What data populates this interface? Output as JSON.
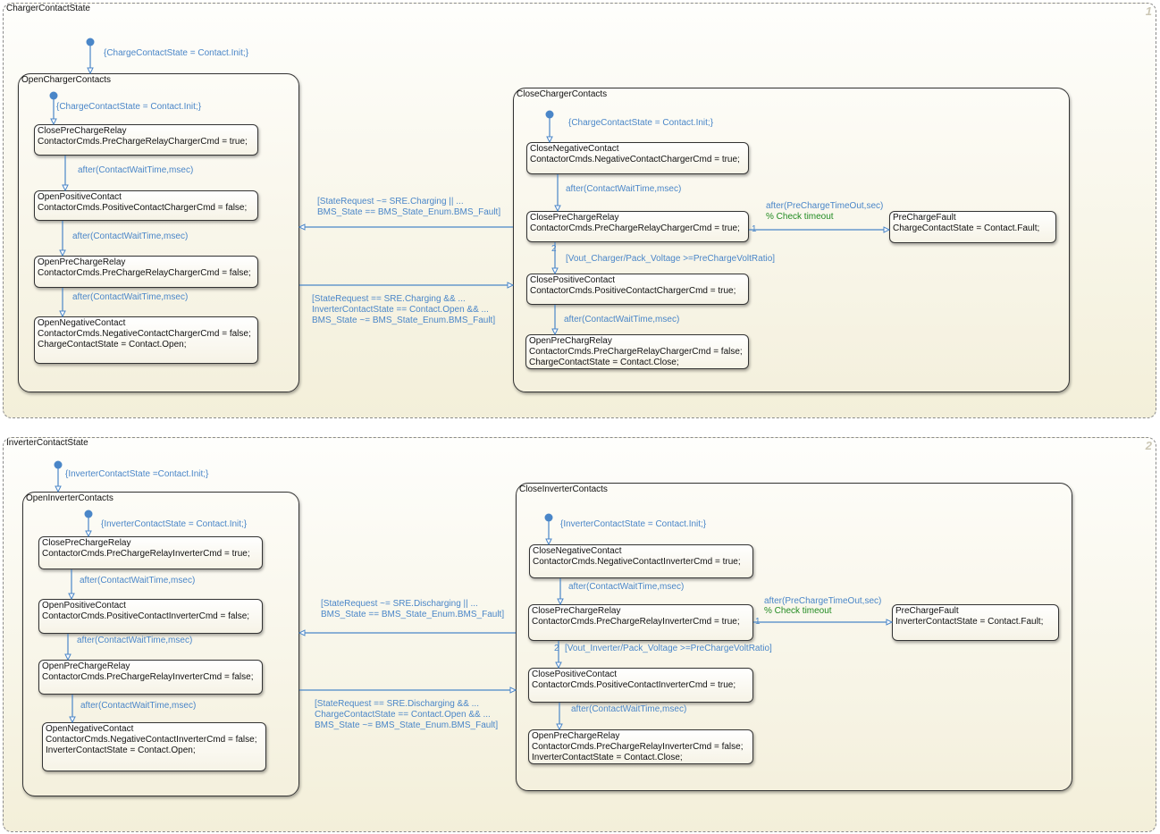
{
  "colors": {
    "transition": "#4a86c8",
    "comment": "#228b22",
    "border": "#333333",
    "background_bottom": "#f3efd9"
  },
  "charts": [
    {
      "title": "ChargerContactState",
      "number": "1",
      "default_label": "{ChargeContactState = Contact.Init;}",
      "supers": [
        {
          "name": "OpenChargerContacts",
          "default_label": "{ChargeContactState = Contact.Init;}",
          "states": [
            {
              "name": "ClosePreChargeRelay",
              "actions": [
                "ContactorCmds.PreChargeRelayChargerCmd = true;"
              ]
            },
            {
              "name": "OpenPositiveContact",
              "actions": [
                "ContactorCmds.PositiveContactChargerCmd = false;"
              ]
            },
            {
              "name": "OpenPreChargeRelay",
              "actions": [
                "ContactorCmds.PreChargeRelayChargerCmd = false;"
              ]
            },
            {
              "name": "OpenNegativeContact",
              "actions": [
                "ContactorCmds.NegativeContactChargerCmd = false;",
                "ChargeContactState = Contact.Open;"
              ]
            }
          ],
          "transitions": [
            "after(ContactWaitTime,msec)",
            "after(ContactWaitTime,msec)",
            "after(ContactWaitTime,msec)"
          ]
        },
        {
          "name": "CloseChargerContacts",
          "default_label": "{ChargeContactState = Contact.Init;}",
          "states": [
            {
              "name": "CloseNegativeContact",
              "actions": [
                "ContactorCmds.NegativeContactChargerCmd = true;"
              ]
            },
            {
              "name": "ClosePreChargeRelay",
              "actions": [
                "ContactorCmds.PreChargeRelayChargerCmd = true;"
              ]
            },
            {
              "name": "ClosePositiveContact",
              "actions": [
                "ContactorCmds.PositiveContactChargerCmd = true;"
              ]
            },
            {
              "name": "OpenPreChargRelay",
              "actions": [
                "ContactorCmds.PreChargeRelayChargerCmd = false;",
                "ChargeContactState = Contact.Close;"
              ]
            },
            {
              "name": "PreChargeFault",
              "actions": [
                "ChargeContactState = Contact.Fault;"
              ]
            }
          ],
          "transitions": [
            "after(ContactWaitTime,msec)",
            "[Vout_Charger/Pack_Voltage >=PreChargeVoltRatio]",
            "after(ContactWaitTime,msec)"
          ],
          "transition_priority": "2",
          "fault_transition": {
            "label": "after(PreChargeTimeOut,sec)",
            "comment": "% Check timeout",
            "priority": "1"
          }
        }
      ],
      "super_transitions": [
        {
          "lines": [
            "[StateRequest ~= SRE.Charging || ...",
            "BMS_State == BMS_State_Enum.BMS_Fault]"
          ]
        },
        {
          "lines": [
            "[StateRequest == SRE.Charging && ...",
            "InverterContactState == Contact.Open && ...",
            "BMS_State ~= BMS_State_Enum.BMS_Fault]"
          ]
        }
      ]
    },
    {
      "title": "InverterContactState",
      "number": "2",
      "default_label": "{InverterContactState =Contact.Init;}",
      "supers": [
        {
          "name": "OpenInverterContacts",
          "default_label": "{InverterContactState = Contact.Init;}",
          "states": [
            {
              "name": "ClosePreChargeRelay",
              "actions": [
                "ContactorCmds.PreChargeRelayInverterCmd = true;"
              ]
            },
            {
              "name": "OpenPositiveContact",
              "actions": [
                "ContactorCmds.PositiveContactInverterCmd = false;"
              ]
            },
            {
              "name": "OpenPreChargeRelay",
              "actions": [
                "ContactorCmds.PreChargeRelayInverterCmd = false;"
              ]
            },
            {
              "name": "OpenNegativeContact",
              "actions": [
                "ContactorCmds.NegativeContactInverterCmd = false;",
                "InverterContactState = Contact.Open;"
              ]
            }
          ],
          "transitions": [
            "after(ContactWaitTime,msec)",
            "after(ContactWaitTime,msec)",
            "after(ContactWaitTime,msec)"
          ]
        },
        {
          "name": "CloseInverterContacts",
          "default_label": "{InverterContactState = Contact.Init;}",
          "states": [
            {
              "name": "CloseNegativeContact",
              "actions": [
                "ContactorCmds.NegativeContactInverterCmd = true;"
              ]
            },
            {
              "name": "ClosePreChargeRelay",
              "actions": [
                "ContactorCmds.PreChargeRelayInverterCmd = true;"
              ]
            },
            {
              "name": "ClosePositiveContact",
              "actions": [
                "ContactorCmds.PositiveContactInverterCmd = true;"
              ]
            },
            {
              "name": "OpenPreChargeRelay",
              "actions": [
                "ContactorCmds.PreChargeRelayInverterCmd = false;",
                "InverterContactState = Contact.Close;"
              ]
            },
            {
              "name": "PreChargeFault",
              "actions": [
                "InverterContactState = Contact.Fault;"
              ]
            }
          ],
          "transitions": [
            "after(ContactWaitTime,msec)",
            "[Vout_Inverter/Pack_Voltage >=PreChargeVoltRatio]",
            "after(ContactWaitTime,msec)"
          ],
          "transition_priority": "2",
          "fault_transition": {
            "label": "after(PreChargeTimeOut,sec)",
            "comment": "% Check timeout",
            "priority": "1"
          }
        }
      ],
      "super_transitions": [
        {
          "lines": [
            "[StateRequest ~= SRE.Discharging || ...",
            "BMS_State == BMS_State_Enum.BMS_Fault]"
          ]
        },
        {
          "lines": [
            "[StateRequest == SRE.Discharging && ...",
            "ChargeContactState == Contact.Open && ...",
            "BMS_State ~= BMS_State_Enum.BMS_Fault]"
          ]
        }
      ]
    }
  ]
}
